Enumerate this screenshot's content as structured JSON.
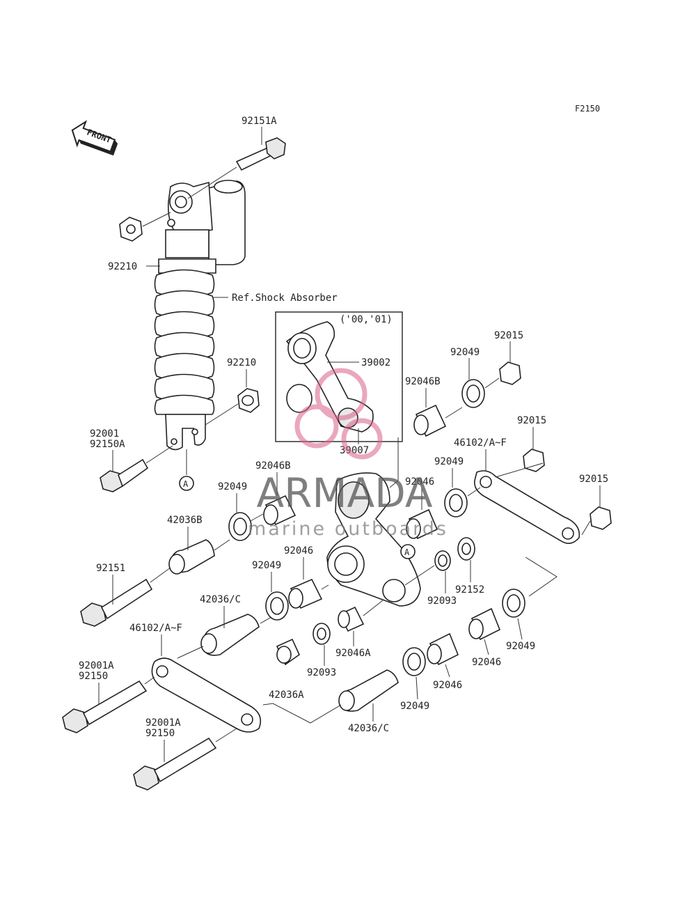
{
  "figure_code": "F2150",
  "front_arrow_label": "FRONT",
  "ref_note": "Ref.Shock Absorber",
  "inset_note": "('00,'01)",
  "watermark": {
    "brand": "ARMADA",
    "tagline": "marine outboards",
    "color": "#d9608a"
  },
  "circle_marker": "A",
  "parts": {
    "p92151A": "92151A",
    "p92210_shock": "92210",
    "p92210_nut": "92210",
    "p92001": "92001",
    "p92150A": "92150A",
    "p39002": "39002",
    "p39007": "39007",
    "p92049_top": "92049",
    "p92015_top": "92015",
    "p92046B_right": "92046B",
    "p92015_mid": "92015",
    "p46102_right": "46102/A~F",
    "p92049_right": "92049",
    "p92015_right": "92015",
    "p92046B_left": "92046B",
    "p92049_left": "92049",
    "p92046_center": "92046",
    "p42036B": "42036B",
    "p92151": "92151",
    "p92046_mid": "92046",
    "p92049_mid": "92049",
    "p92093_right": "92093",
    "p92152": "92152",
    "p42036C_upper": "42036/C",
    "p46102_left": "46102/A~F",
    "p92046A": "92046A",
    "p92093_lower": "92093",
    "p92049_lowright": "92049",
    "p92046_lowright": "92046",
    "p92046_low": "92046",
    "p92049_low": "92049",
    "p92001A_upper": "92001A",
    "p92150_upper": "92150",
    "p42036A": "42036A",
    "p42036C_lower": "42036/C",
    "p92001A_lower": "92001A",
    "p92150_lower": "92150"
  }
}
